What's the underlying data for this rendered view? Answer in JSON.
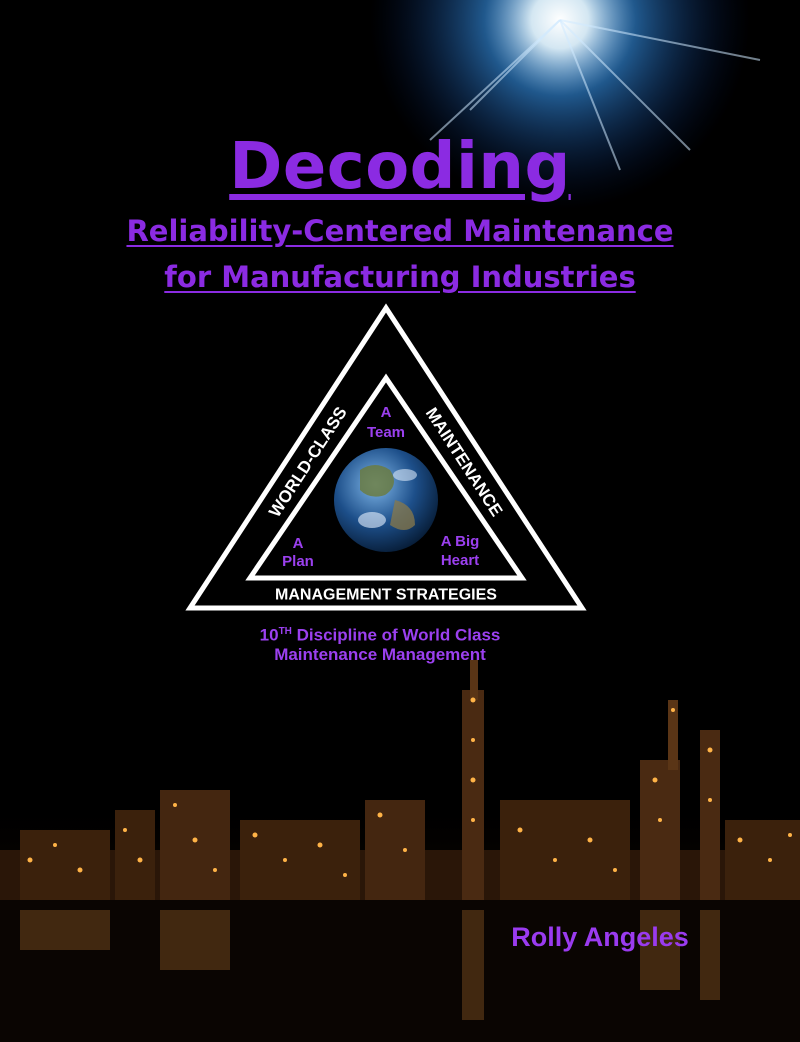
{
  "title": "Decoding",
  "subtitle_line1": "Reliability-Centered Maintenance",
  "subtitle_line2": "for Manufacturing Industries",
  "triangle": {
    "left_side": "WORLD-CLASS",
    "right_side": "MAINTENANCE",
    "base": "MANAGEMENT STRATEGIES",
    "top_line1": "A",
    "top_line2": "Team",
    "left_line1": "A",
    "left_line2": "Plan",
    "right_line1": "A Big",
    "right_line2": "Heart"
  },
  "caption": {
    "number": "10",
    "superscript": "TH",
    "line1_rest": " Discipline of World Class",
    "line2": "Maintenance Management"
  },
  "author": "Rolly Angeles",
  "colors": {
    "title_purple": "#8b2be2",
    "caption_purple": "#9b40ef",
    "background": "#000000",
    "city_lights": "#ffb347"
  }
}
